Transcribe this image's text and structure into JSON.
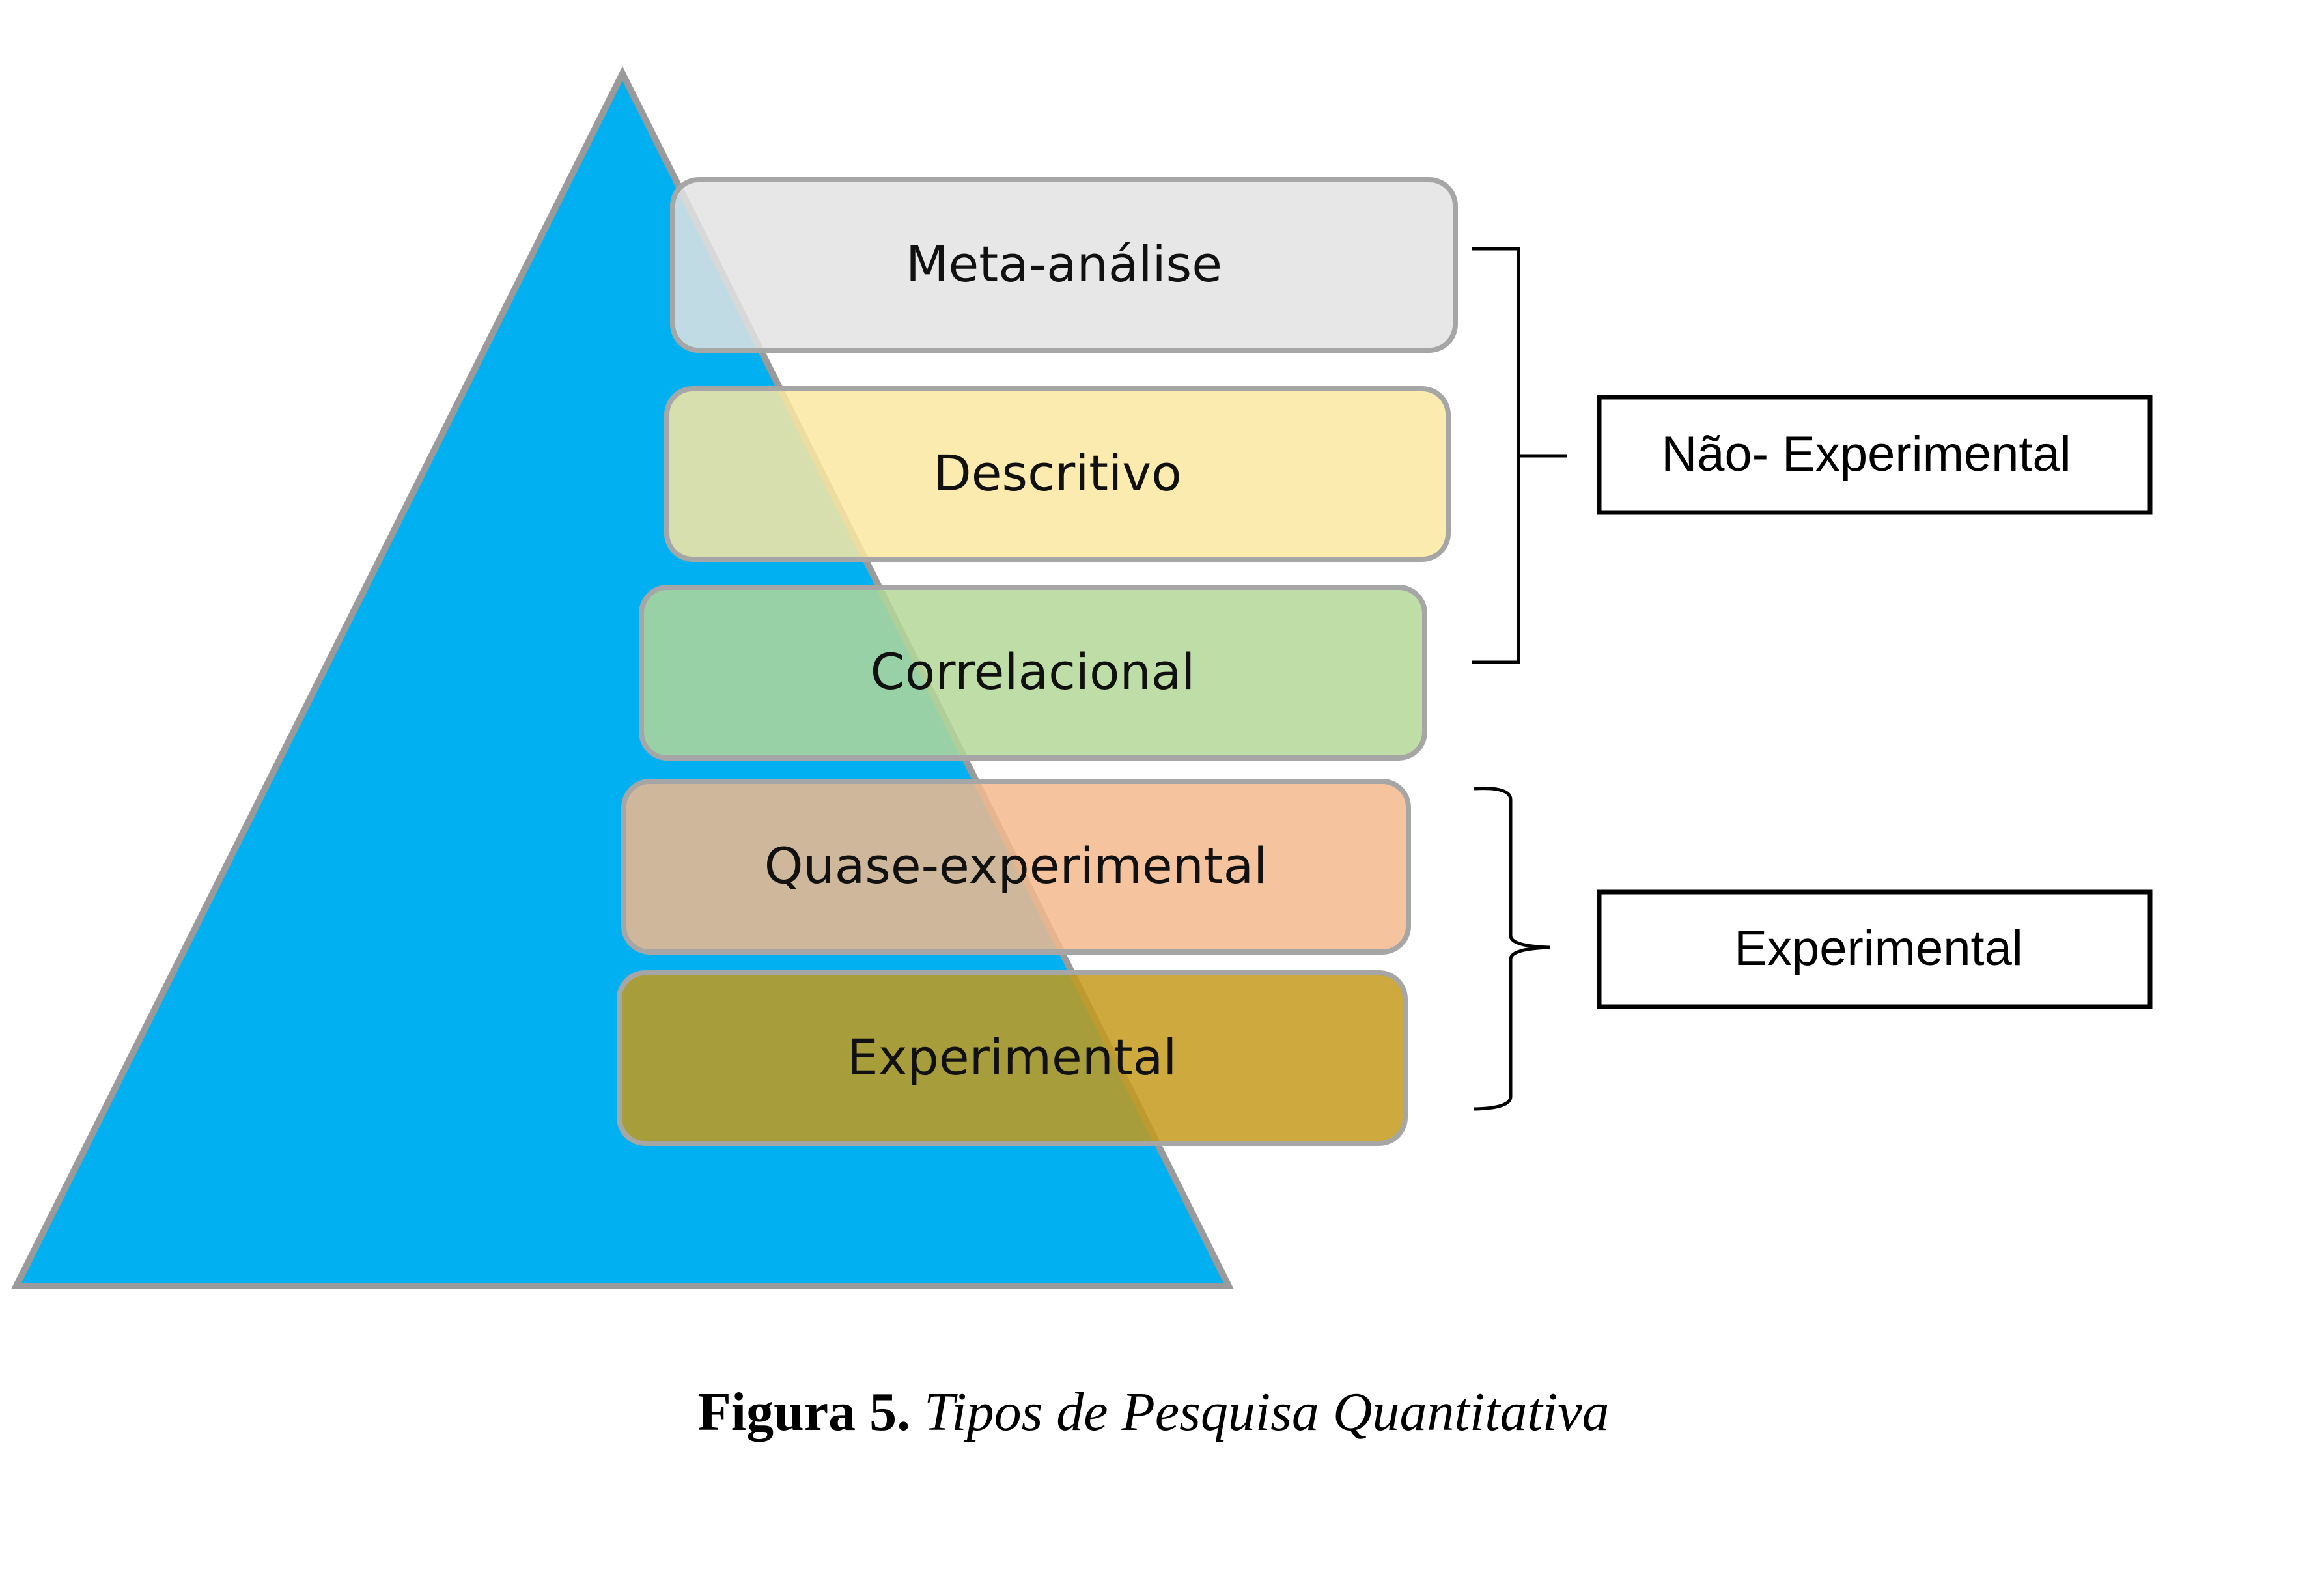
{
  "pyramid": {
    "fill": "#00B0F0",
    "stroke": "#9A9A9A"
  },
  "levels": [
    {
      "label": "Meta-análise",
      "fill": "#E3E3E3"
    },
    {
      "label": "Descritivo",
      "fill": "#FBE7A1"
    },
    {
      "label": "Correlacional",
      "fill": "#B3D798"
    },
    {
      "label": "Quase-experimental",
      "fill": "#F3B98C"
    },
    {
      "label": "Experimental",
      "fill": "#C59A1B"
    }
  ],
  "groups": [
    {
      "label": "Não- Experimental",
      "bracket": "square",
      "covers": [
        "Meta-análise",
        "Descritivo",
        "Correlacional"
      ]
    },
    {
      "label": "Experimental",
      "bracket": "curly",
      "covers": [
        "Quase-experimental",
        "Experimental"
      ]
    }
  ],
  "caption": {
    "number": "Figura 5.",
    "title": "Tipos de Pesquisa Quantitativa"
  }
}
